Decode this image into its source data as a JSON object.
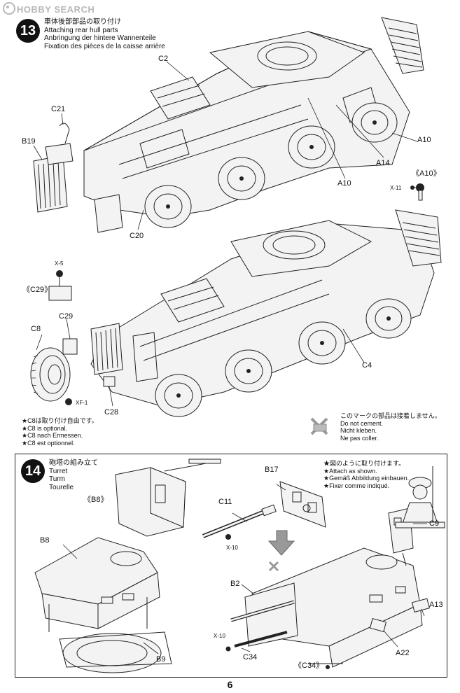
{
  "watermark": {
    "text": "HOBBY SEARCH"
  },
  "step13": {
    "number": "13",
    "title_lines": [
      "車体後部部品の取り付け",
      "Attaching rear hull parts",
      "Anbringung der hintere Wannenteile",
      "Fixation des pièces de la caisse arrière"
    ],
    "labels": {
      "c2": "C2",
      "c21": "C21",
      "b19": "B19",
      "c20": "C20",
      "a10_a": "A10",
      "a14": "A14",
      "a10_b": "A10",
      "a10_callout": "《A10》",
      "x11": "X-11",
      "x5": "X-5",
      "c29_callout": "《C29》",
      "c29": "C29",
      "c8": "C8",
      "xf1": "XF-1",
      "c28": "C28",
      "c4": "C4"
    },
    "optional_note": [
      "★C8は取り付け自由です。",
      "★C8 is optional.",
      "★C8 nach Ermessen.",
      "★C8 est optionnel."
    ],
    "no_cement_note": [
      "このマークの部品は接着しません。",
      "Do not cement.",
      "Nicht kleben.",
      "Ne pas coller."
    ]
  },
  "step14": {
    "number": "14",
    "title_lines": [
      "砲塔の組み立て",
      "Turret",
      "Turm",
      "Tourelle"
    ],
    "labels": {
      "b8_callout": "《B8》",
      "b8": "B8",
      "b9": "B9",
      "b17": "B17",
      "c11": "C11",
      "x10_a": "X-10",
      "b2": "B2",
      "x10_b": "X-10",
      "c34": "C34",
      "c34_callout": "《C34》",
      "c9": "C9",
      "a13": "A13",
      "a22": "A22"
    },
    "attach_note": [
      "★図のように取り付けます。",
      "★Attach as shown.",
      "★Gemäß Abbildung einbauen.",
      "★Fixer comme indiqué."
    ]
  },
  "page_number": "6"
}
